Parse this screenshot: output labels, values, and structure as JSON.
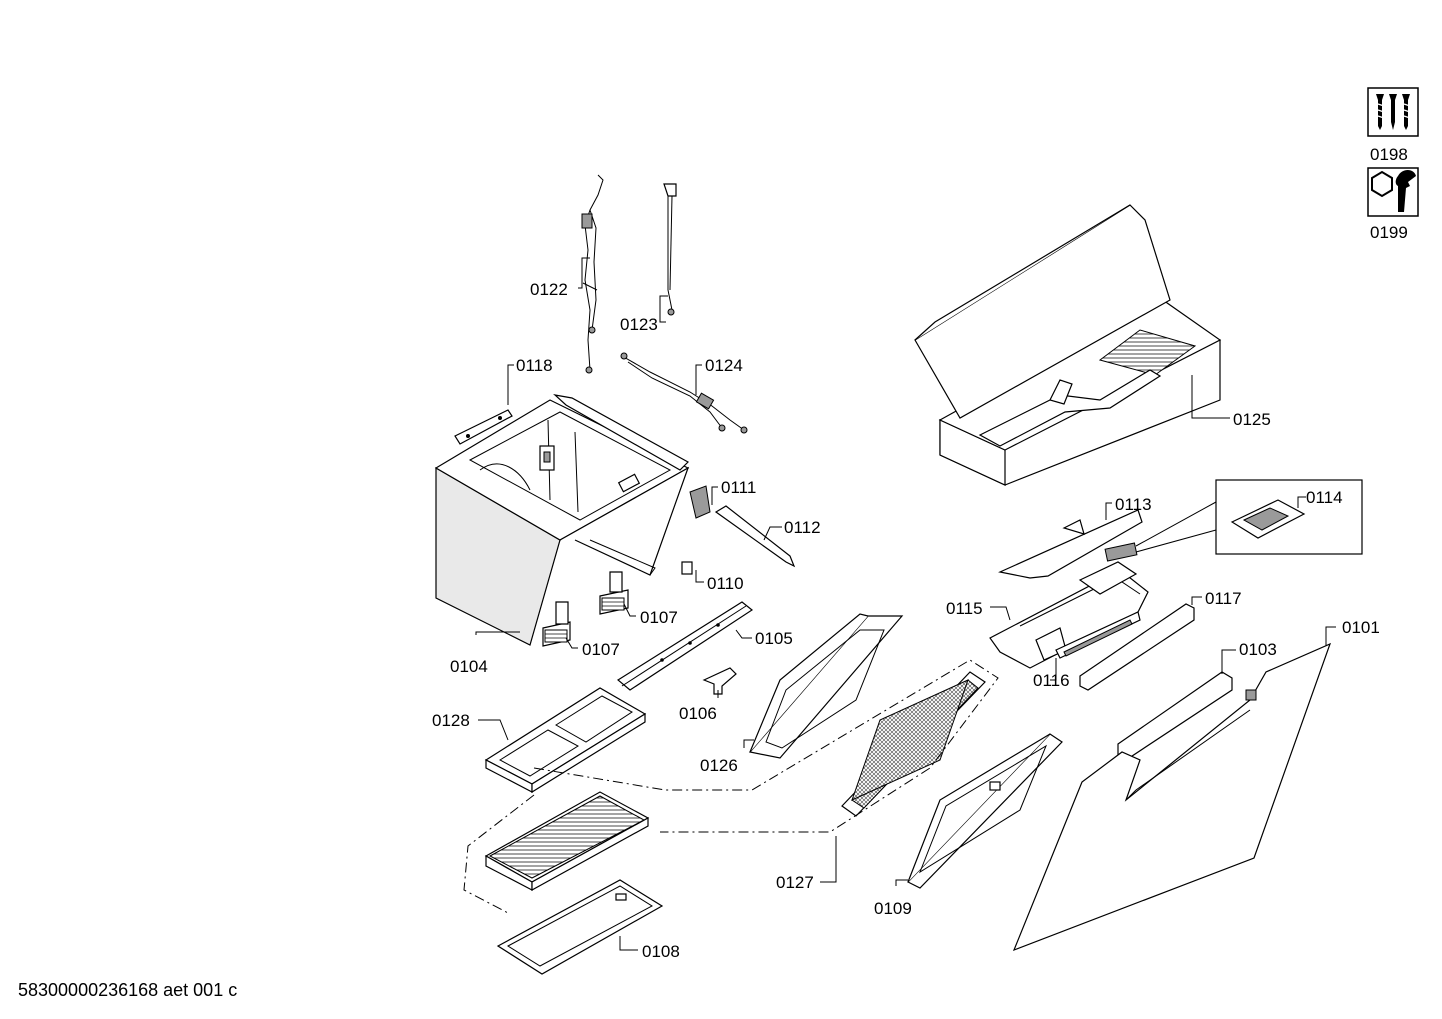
{
  "document_id": "58300000236168 aet 001 c",
  "parts": {
    "p0101": "0101",
    "p0103": "0103",
    "p0104": "0104",
    "p0105": "0105",
    "p0106": "0106",
    "p0107a": "0107",
    "p0107b": "0107",
    "p0108": "0108",
    "p0109": "0109",
    "p0110": "0110",
    "p0111": "0111",
    "p0112": "0112",
    "p0113": "0113",
    "p0114": "0114",
    "p0115": "0115",
    "p0116": "0116",
    "p0117": "0117",
    "p0118": "0118",
    "p0122": "0122",
    "p0123": "0123",
    "p0124": "0124",
    "p0125": "0125",
    "p0126": "0126",
    "p0127": "0127",
    "p0128": "0128",
    "p0198": "0198",
    "p0199": "0199"
  },
  "icons": {
    "screws": "screws-icon",
    "wrench": "wrench-nut-icon"
  }
}
